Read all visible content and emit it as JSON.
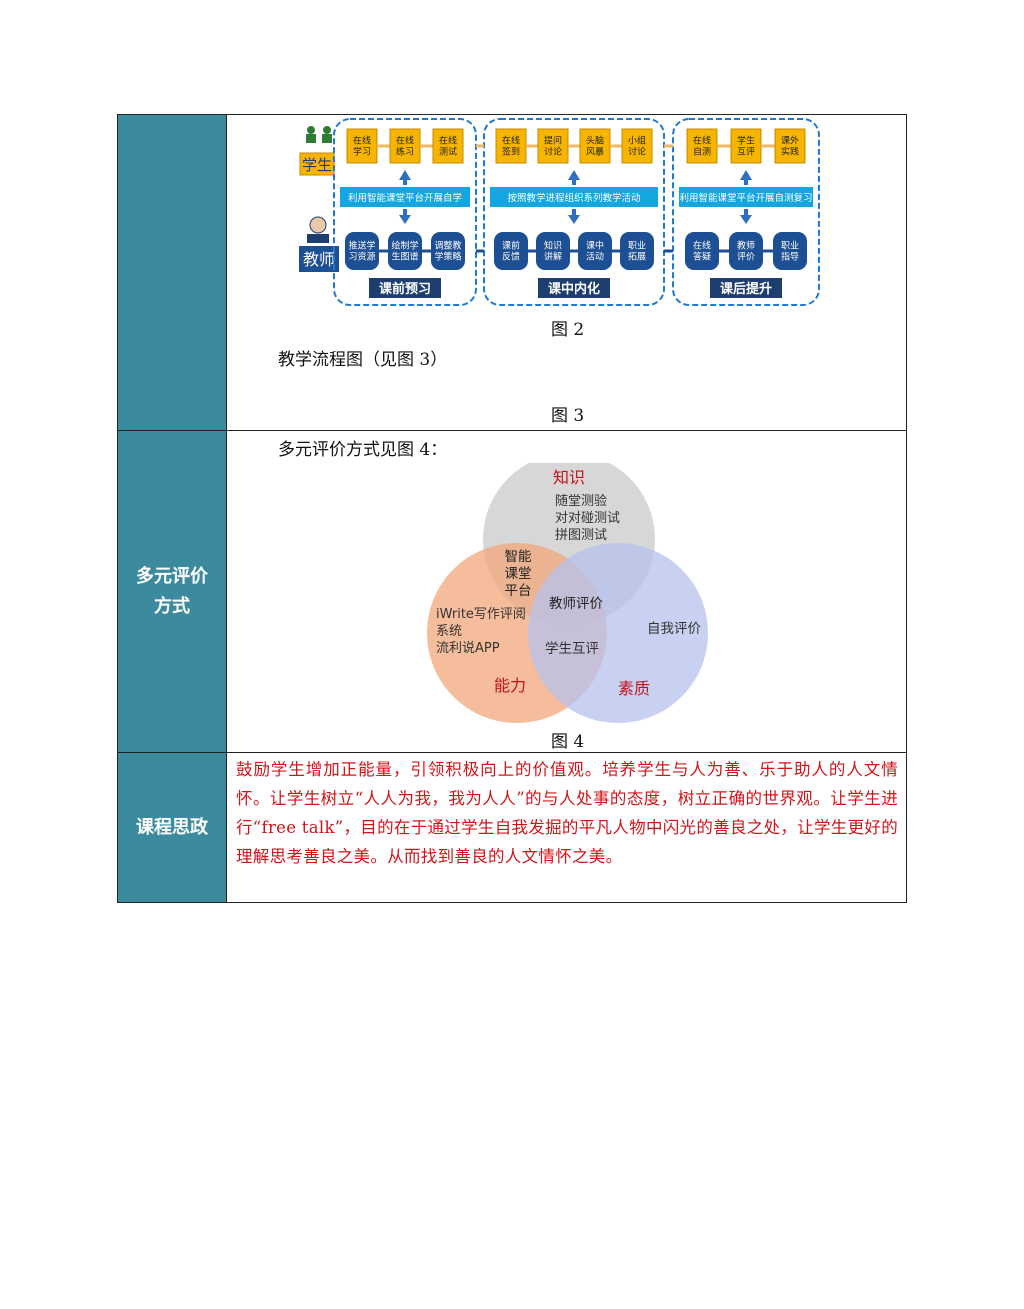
{
  "row1": {
    "flow": {
      "actor_student": "学生",
      "actor_teacher": "教师",
      "groups": [
        {
          "title": "课前预习",
          "platform": "利用智能课堂平台开展自学",
          "student_steps": [
            "在线\n学习",
            "在线\n练习",
            "在线\n测试"
          ],
          "teacher_steps": [
            "推送学\n习资源",
            "绘制学\n生图谱",
            "调整教\n学策略"
          ]
        },
        {
          "title": "课中内化",
          "platform": "按照教学进程组织系列教学活动",
          "student_steps": [
            "在线\n签到",
            "提问\n讨论",
            "头脑\n风暴",
            "小组\n讨论"
          ],
          "teacher_steps": [
            "课前\n反馈",
            "知识\n讲解",
            "课中\n活动",
            "职业\n拓展"
          ]
        },
        {
          "title": "课后提升",
          "platform": "利用智能课堂平台开展自测复习",
          "student_steps": [
            "在线\n自测",
            "学生\n互评",
            "课外\n实践"
          ],
          "teacher_steps": [
            "在线\n答疑",
            "教师\n评价",
            "职业\n指导"
          ]
        }
      ]
    },
    "fig2_caption": "图 2",
    "flow_text": "教学流程图（见图 3）",
    "fig3_caption": "图 3"
  },
  "row2": {
    "label_line1": "多元评价",
    "label_line2": "方式",
    "intro": "多元评价方式见图 4：",
    "venn": {
      "knowledge_title": "知识",
      "knowledge_items": [
        "随堂测验",
        "对对碰测试",
        "拼图测试"
      ],
      "ability_title": "能力",
      "ability_items": [
        "iWrite写作评阅",
        "系统",
        "流利说APP"
      ],
      "quality_title": "素质",
      "quality_items": [
        "自我评价"
      ],
      "overlap_ka": [
        "智能",
        "课堂",
        "平台"
      ],
      "center": "教师评价",
      "overlap_aq": "学生互评",
      "colors": {
        "knowledge": "#c9c9c9",
        "ability": "#f2a77a",
        "quality": "#b7c2ee",
        "title_red": "#c0141a"
      }
    },
    "fig4_caption": "图 4"
  },
  "row3": {
    "label": "课程思政",
    "text": "鼓励学生增加正能量，引领积极向上的价值观。培养学生与人为善、乐于助人的人文情怀。让学生树立“人人为我，我为人人”的与人处事的态度，树立正确的世界观。让学生进行“free talk”，目的在于通过学生自我发掘的平凡人物中闪光的善良之处，让学生更好的理解思考善良之美。从而找到善良的人文情怀之美。"
  },
  "colors": {
    "label_bg": "#3b8a9e",
    "step_yellow": "#f7b500",
    "step_blue": "#1d4f94",
    "platform_bar": "#13a6e0",
    "group_border": "#1f7ad0",
    "title_bg": "#1d3e6e"
  }
}
